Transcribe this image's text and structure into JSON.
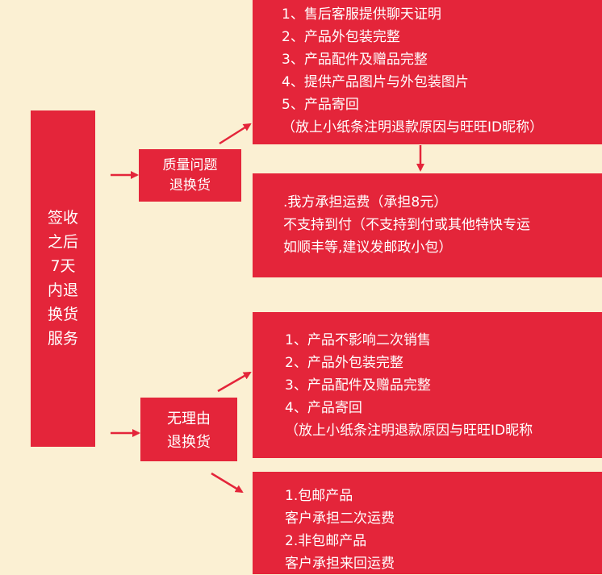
{
  "left_box": {
    "lines": [
      "签收",
      "之后",
      "7天",
      "内退",
      "换货",
      "服务"
    ]
  },
  "quality": {
    "label_lines": [
      "质量问题",
      "退换货"
    ],
    "requirements": [
      "1、售后客服提供聊天证明",
      "2、产品外包装完整",
      "3、产品配件及赠品完整",
      "4、提供产品图片与外包装图片",
      "5、产品寄回",
      "（放上小纸条注明退款原因与旺旺ID昵称）"
    ],
    "fees": [
      ".我方承担运费（承担8元）",
      "不支持到付（不支持到付或其他特快专运",
      "如顺丰等,建议发邮政小包）"
    ]
  },
  "no_reason": {
    "label_lines": [
      "无理由",
      "退换货"
    ],
    "requirements": [
      "1、产品不影响二次销售",
      "2、产品外包装完整",
      "3、产品配件及赠品完整",
      "4、产品寄回",
      "（放上小纸条注明退款原因与旺旺ID昵称"
    ],
    "fees": [
      "1.包邮产品",
      "客户承担二次运费",
      "2.非包邮产品",
      "客户承担来回运费"
    ]
  },
  "colors": {
    "background": "#FBF0D3",
    "box": "#E4253A",
    "text": "#FFFFFF",
    "arrow": "#E4253A"
  }
}
